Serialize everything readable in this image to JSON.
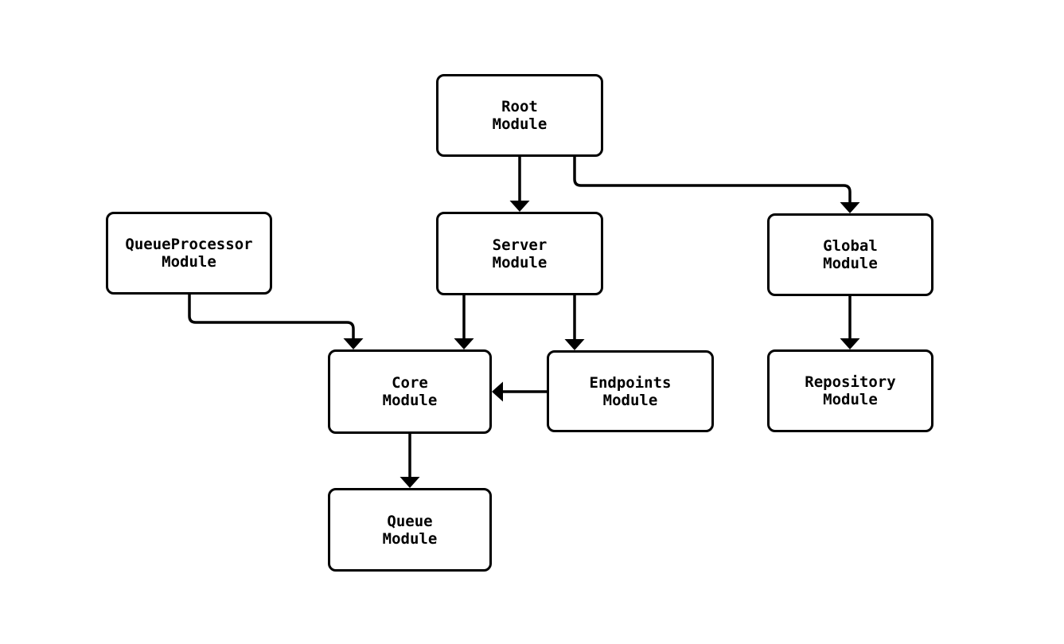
{
  "diagram": {
    "type": "module-dependency-flowchart",
    "background_color": "#ffffff",
    "stroke_color": "#000000",
    "text_color": "#000000",
    "nodes": {
      "root": {
        "label": "Root\nModule"
      },
      "server": {
        "label": "Server\nModule"
      },
      "queueprocessor": {
        "label": "QueueProcessor\nModule"
      },
      "global": {
        "label": "Global\nModule"
      },
      "core": {
        "label": "Core\nModule"
      },
      "endpoints": {
        "label": "Endpoints\nModule"
      },
      "repository": {
        "label": "Repository\nModule"
      },
      "queue": {
        "label": "Queue\nModule"
      }
    },
    "edges": [
      {
        "from": "Root Module",
        "to": "Server Module"
      },
      {
        "from": "Root Module",
        "to": "Global Module"
      },
      {
        "from": "Server Module",
        "to": "Core Module"
      },
      {
        "from": "Server Module",
        "to": "Endpoints Module"
      },
      {
        "from": "QueueProcessor Module",
        "to": "Core Module"
      },
      {
        "from": "Endpoints Module",
        "to": "Core Module"
      },
      {
        "from": "Global Module",
        "to": "Repository Module"
      },
      {
        "from": "Core Module",
        "to": "Queue Module"
      }
    ]
  }
}
